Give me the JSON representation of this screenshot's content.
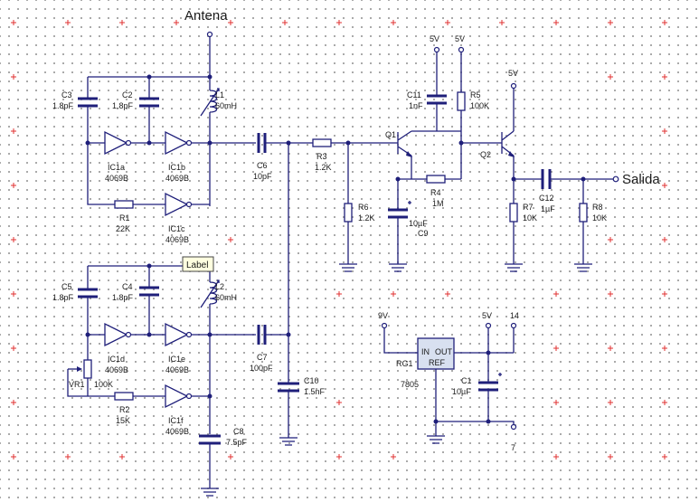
{
  "labels": {
    "antenna": "Antena",
    "output": "Salida",
    "label_box": "Label"
  },
  "components": {
    "C3": {
      "ref": "C3",
      "value": "1.8pF"
    },
    "C2": {
      "ref": "C2",
      "value": "1.8pF"
    },
    "L1": {
      "ref": "L1",
      "value": "60mH"
    },
    "IC1a": {
      "ref": "IC1a",
      "value": "4069B"
    },
    "IC1b": {
      "ref": "IC1b",
      "value": "4069B"
    },
    "IC1c": {
      "ref": "IC1c",
      "value": "4069B"
    },
    "R1": {
      "ref": "R1",
      "value": "22K"
    },
    "C6": {
      "ref": "C6",
      "value": "10pF"
    },
    "R3": {
      "ref": "R3",
      "value": "1.2K"
    },
    "R6": {
      "ref": "R6",
      "value": "1.2K"
    },
    "Q1": {
      "ref": "Q1"
    },
    "C11": {
      "ref": "C11",
      "value": "1nF"
    },
    "R5": {
      "ref": "R5",
      "value": "100K"
    },
    "R4": {
      "ref": "R4",
      "value": "1M"
    },
    "C9": {
      "ref": "C9",
      "value": "10µF"
    },
    "Q2": {
      "ref": "Q2"
    },
    "R7": {
      "ref": "R7",
      "value": "10K"
    },
    "C12": {
      "ref": "C12",
      "value": "1µF"
    },
    "R8": {
      "ref": "R8",
      "value": "10K"
    },
    "C5": {
      "ref": "C5",
      "value": "1.8pF"
    },
    "C4": {
      "ref": "C4",
      "value": "1.8pF"
    },
    "L2": {
      "ref": "L2",
      "value": "60mH"
    },
    "IC1d": {
      "ref": "IC1d",
      "value": "4069B"
    },
    "IC1e": {
      "ref": "IC1e",
      "value": "4069B"
    },
    "IC1f": {
      "ref": "IC1f",
      "value": "4069B"
    },
    "VR1": {
      "ref": "VR1",
      "value": "100K"
    },
    "R2": {
      "ref": "R2",
      "value": "15K"
    },
    "C7": {
      "ref": "C7",
      "value": "100pF"
    },
    "C10": {
      "ref": "C10",
      "value": "1.5nF"
    },
    "C8": {
      "ref": "C8",
      "value": "7.5pF"
    },
    "RG1": {
      "ref": "RG1",
      "value": "7805",
      "pin_in": "IN",
      "pin_out": "OUT",
      "pin_ref": "REF"
    },
    "C1": {
      "ref": "C1",
      "value": "10µF"
    }
  },
  "supplies": {
    "v5_a": "5V",
    "v5_b": "5V",
    "v5_c": "5V",
    "v5_d": "5V",
    "v9": "9V",
    "pin14": "14",
    "pin7": "7"
  },
  "colors": {
    "wire": "#1f1f7a",
    "grid": "#9a9a9a",
    "origin_mark": "#e03030"
  }
}
